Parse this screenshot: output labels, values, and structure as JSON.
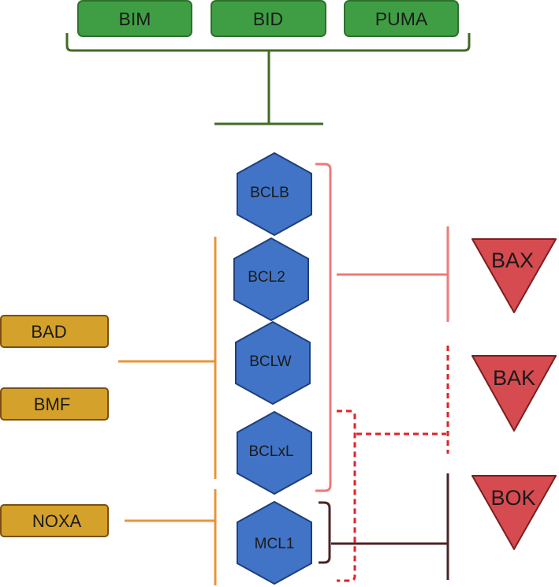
{
  "activators": [
    {
      "id": "bim",
      "label": "BIM"
    },
    {
      "id": "bid",
      "label": "BID"
    },
    {
      "id": "puma",
      "label": "PUMA"
    }
  ],
  "sensitizers": [
    {
      "id": "bad",
      "label": "BAD"
    },
    {
      "id": "bmf",
      "label": "BMF"
    },
    {
      "id": "noxa",
      "label": "NOXA"
    }
  ],
  "anti_apoptotic": [
    {
      "id": "bclb",
      "label": "BCLB"
    },
    {
      "id": "bcl2",
      "label": "BCL2"
    },
    {
      "id": "bclw",
      "label": "BCLW"
    },
    {
      "id": "bclxl",
      "label": "BCLxL"
    },
    {
      "id": "mcl1",
      "label": "MCL1"
    }
  ],
  "effectors": [
    {
      "id": "bax",
      "label": "BAX"
    },
    {
      "id": "bak",
      "label": "BAK"
    },
    {
      "id": "bok",
      "label": "BOK"
    }
  ],
  "colors": {
    "activator_fill": "#3f9e43",
    "activator_stroke": "#2e6f2e",
    "inhibit_green": "#3f6b24",
    "sensitizer_fill": "#d4a12a",
    "sensitizer_stroke": "#7a4f10",
    "sensitizer_line": "#e8943a",
    "hex_fill": "#4174c6",
    "hex_stroke": "#203f7a",
    "effector_fill": "#d64b4f",
    "effector_stroke": "#7a1f22",
    "pink_line": "#ee7a76",
    "dashed_red": "#e0232a",
    "mcl_line": "#4e2323"
  }
}
